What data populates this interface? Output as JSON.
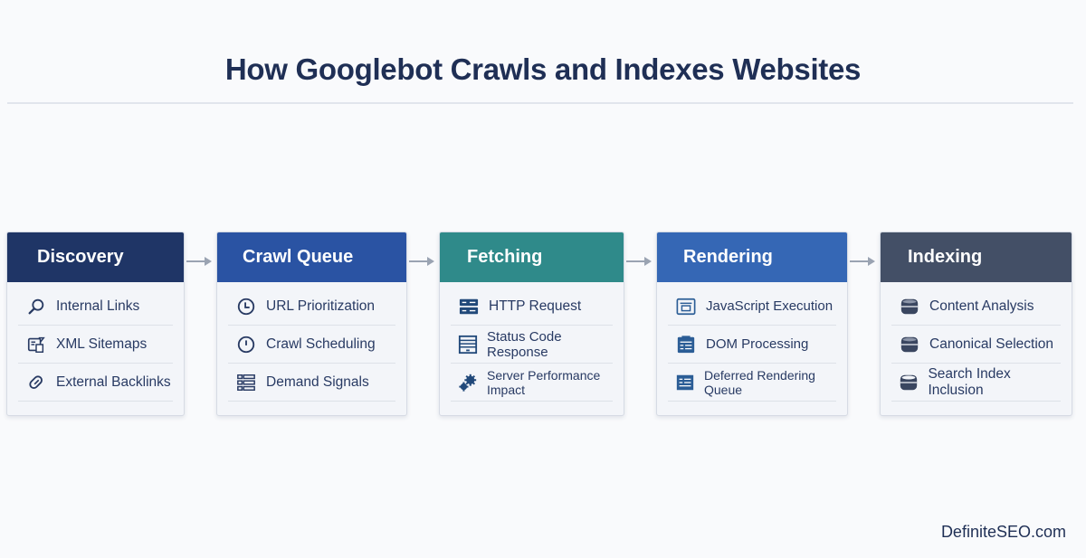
{
  "title": "How Googlebot Crawls and Indexes Websites",
  "brand": "DefiniteSEO.com",
  "colors": {
    "title": "#1f2f55",
    "discovery": "#1f3566",
    "crawl_queue": "#2a53a3",
    "fetching": "#2f8a8a",
    "rendering": "#3567b5",
    "indexing": "#434f66",
    "arrow": "#9aa3b2"
  },
  "stages": [
    {
      "title": "Discovery",
      "items": [
        {
          "label": "Internal Links",
          "icon": "magnifier-icon"
        },
        {
          "label": "XML Sitemaps",
          "icon": "sitemap-document-icon"
        },
        {
          "label": "External Backlinks",
          "icon": "link-chain-icon"
        }
      ]
    },
    {
      "title": "Crawl Queue",
      "items": [
        {
          "label": "URL Prioritization",
          "icon": "clock-icon"
        },
        {
          "label": "Crawl Scheduling",
          "icon": "clock-icon"
        },
        {
          "label": "Demand Signals",
          "icon": "list-grid-icon"
        }
      ]
    },
    {
      "title": "Fetching",
      "items": [
        {
          "label": "HTTP Request",
          "icon": "server-icon"
        },
        {
          "label": "Status Code Response",
          "icon": "response-document-icon"
        },
        {
          "label": "Server Performance Impact",
          "icon": "gears-icon"
        }
      ]
    },
    {
      "title": "Rendering",
      "items": [
        {
          "label": "JavaScript Execution",
          "icon": "browser-window-icon"
        },
        {
          "label": "DOM Processing",
          "icon": "dom-document-icon"
        },
        {
          "label": "Deferred Rendering Queue",
          "icon": "queue-list-icon"
        }
      ]
    },
    {
      "title": "Indexing",
      "items": [
        {
          "label": "Content Analysis",
          "icon": "database-icon"
        },
        {
          "label": "Canonical Selection",
          "icon": "database-icon"
        },
        {
          "label": "Search Index Inclusion",
          "icon": "database-icon"
        }
      ]
    }
  ]
}
